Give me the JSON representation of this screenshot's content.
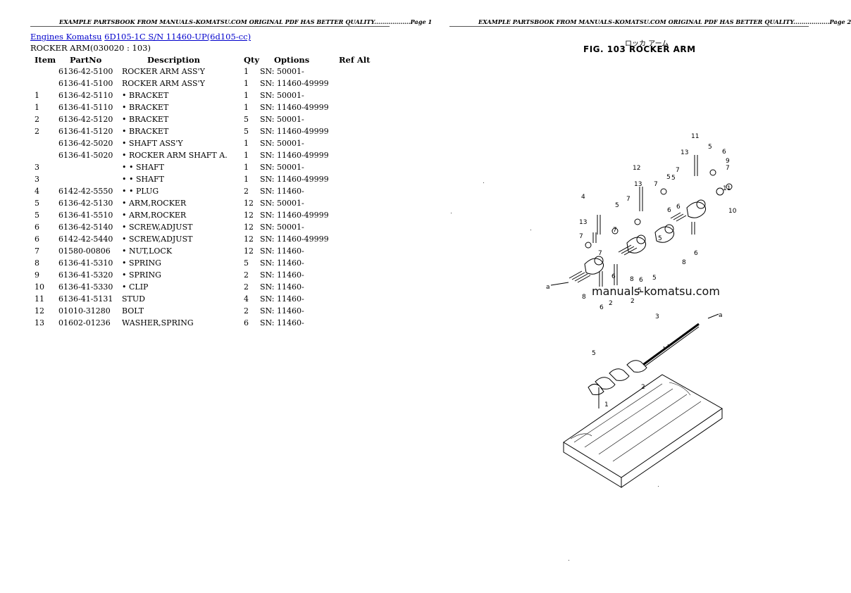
{
  "page_header": {
    "left": "EXAMPLE PARTSBOOK FROM MANUALS-KOMATSU.COM ORIGINAL PDF HAS BETTER QUALITY..................Page 1",
    "right": "EXAMPLE PARTSBOOK FROM MANUALS-KOMATSU.COM ORIGINAL PDF HAS BETTER QUALITY..................Page 2"
  },
  "breadcrumb": {
    "link1": "Engines Komatsu",
    "link2": "6D105-1C S/N 11460-UP(6d105-cc)"
  },
  "section_title": "ROCKER ARM(030020 : 103)",
  "table": {
    "headers": [
      "Item",
      "PartNo",
      "Description",
      "Qty",
      "Options",
      "Ref Alt"
    ],
    "rows": [
      {
        "item": "",
        "part": "6136-42-5100",
        "desc": "ROCKER ARM ASS'Y",
        "qty": "1",
        "opt": "SN: 50001-"
      },
      {
        "item": "",
        "part": "6136-41-5100",
        "desc": "ROCKER ARM ASS'Y",
        "qty": "1",
        "opt": "SN: 11460-49999"
      },
      {
        "item": "1",
        "part": "6136-42-5110",
        "desc": "• BRACKET",
        "qty": "1",
        "opt": "SN: 50001-"
      },
      {
        "item": "1",
        "part": "6136-41-5110",
        "desc": "• BRACKET",
        "qty": "1",
        "opt": "SN: 11460-49999"
      },
      {
        "item": "2",
        "part": "6136-42-5120",
        "desc": "• BRACKET",
        "qty": "5",
        "opt": "SN: 50001-"
      },
      {
        "item": "2",
        "part": "6136-41-5120",
        "desc": "• BRACKET",
        "qty": "5",
        "opt": "SN: 11460-49999"
      },
      {
        "item": "",
        "part": "6136-42-5020",
        "desc": "• SHAFT ASS'Y",
        "qty": "1",
        "opt": "SN: 50001-"
      },
      {
        "item": "",
        "part": "6136-41-5020",
        "desc": "• ROCKER ARM SHAFT A.",
        "qty": "1",
        "opt": "SN: 11460-49999"
      },
      {
        "item": "3",
        "part": "",
        "desc": "• • SHAFT",
        "qty": "1",
        "opt": "SN: 50001-"
      },
      {
        "item": "3",
        "part": "",
        "desc": "• • SHAFT",
        "qty": "1",
        "opt": "SN: 11460-49999"
      },
      {
        "item": "4",
        "part": "6142-42-5550",
        "desc": "• • PLUG",
        "qty": "2",
        "opt": "SN: 11460-"
      },
      {
        "item": "5",
        "part": "6136-42-5130",
        "desc": "• ARM,ROCKER",
        "qty": "12",
        "opt": "SN: 50001-"
      },
      {
        "item": "5",
        "part": "6136-41-5510",
        "desc": "• ARM,ROCKER",
        "qty": "12",
        "opt": "SN: 11460-49999"
      },
      {
        "item": "6",
        "part": "6136-42-5140",
        "desc": "• SCREW,ADJUST",
        "qty": "12",
        "opt": "SN: 50001-"
      },
      {
        "item": "6",
        "part": "6142-42-5440",
        "desc": "• SCREW,ADJUST",
        "qty": "12",
        "opt": "SN: 11460-49999"
      },
      {
        "item": "7",
        "part": "01580-00806",
        "desc": "• NUT,LOCK",
        "qty": "12",
        "opt": "SN: 11460-"
      },
      {
        "item": "8",
        "part": "6136-41-5310",
        "desc": "• SPRING",
        "qty": "5",
        "opt": "SN: 11460-"
      },
      {
        "item": "9",
        "part": "6136-41-5320",
        "desc": "• SPRING",
        "qty": "2",
        "opt": "SN: 11460-"
      },
      {
        "item": "10",
        "part": "6136-41-5330",
        "desc": "• CLIP",
        "qty": "2",
        "opt": "SN: 11460-"
      },
      {
        "item": "11",
        "part": "6136-41-5131",
        "desc": "STUD",
        "qty": "4",
        "opt": "SN: 11460-"
      },
      {
        "item": "12",
        "part": "01010-31280",
        "desc": "BOLT",
        "qty": "2",
        "opt": "SN: 11460-"
      },
      {
        "item": "13",
        "part": "01602-01236",
        "desc": "WASHER,SPRING",
        "qty": "6",
        "opt": "SN: 11460-"
      }
    ]
  },
  "figure": {
    "jp_title": "ロッカ アーム",
    "title": "FIG. 103  ROCKER ARM",
    "watermark": "manuals-komatsu.com",
    "callouts_upper": [
      "11",
      "13",
      "5",
      "6",
      "7",
      "9",
      "12",
      "13",
      "7",
      "5",
      "7",
      "7",
      "4",
      "10",
      "11",
      "13",
      "7",
      "5",
      "7",
      "6",
      "6",
      "5",
      "5",
      "8",
      "6",
      "2",
      "6",
      "5",
      "7",
      "8",
      "6",
      "2",
      "5",
      "a",
      "6",
      "8"
    ],
    "callouts_lower": [
      "3",
      "a",
      "5",
      "2",
      "1"
    ]
  }
}
